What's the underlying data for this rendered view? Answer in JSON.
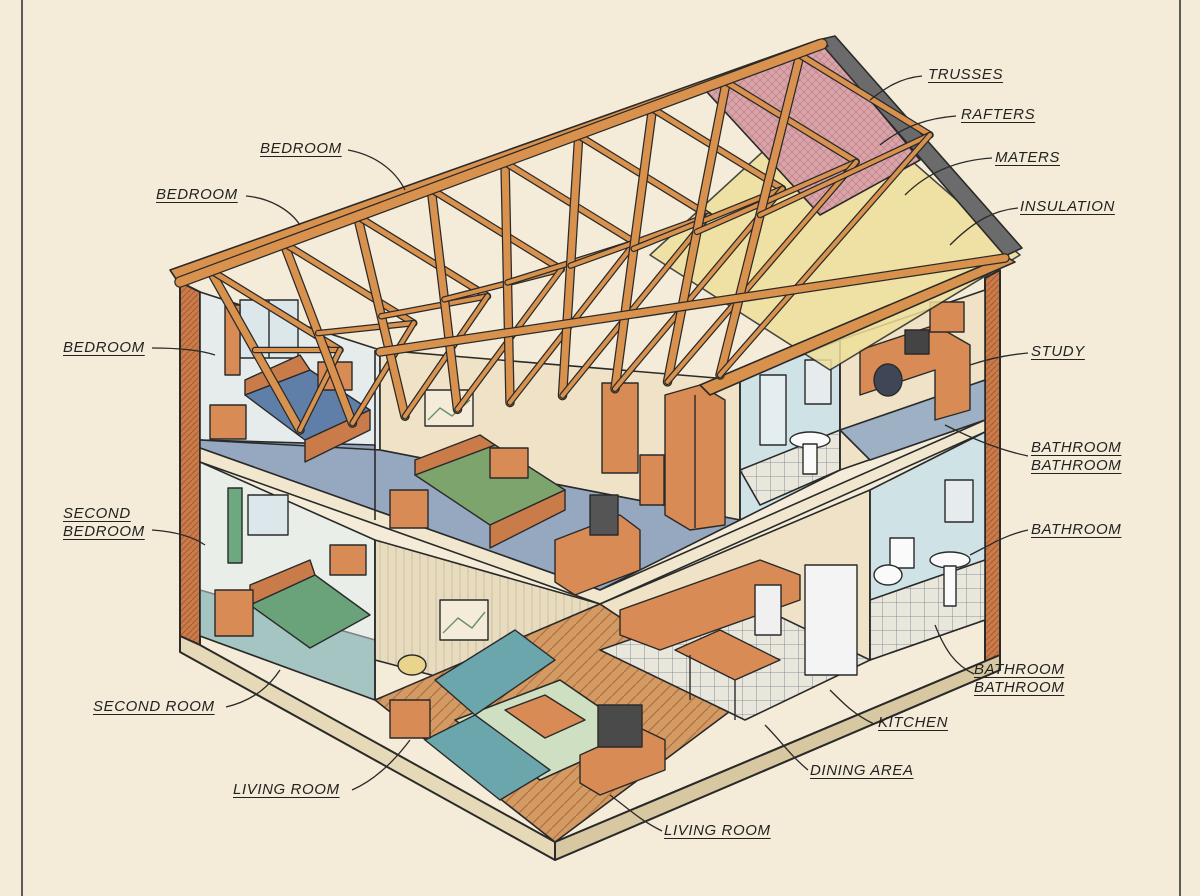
{
  "labels": {
    "trusses": "TRUSSES",
    "rafters": "RAFTERS",
    "maters": "MATERS",
    "insulation": "INSULATION",
    "bedroom_top": "BEDROOM",
    "bedroom_upper_left": "BEDROOM",
    "bedroom_left": "BEDROOM",
    "second_bedroom_1": "SECOND",
    "second_bedroom_2": "BEDROOM",
    "second_room": "SECOND ROOM",
    "living_room_left": "LIVING ROOM",
    "living_room_bottom": "LIVING ROOM",
    "dining_area": "DINING AREA",
    "kitchen": "KITCHEN",
    "study": "STUDY",
    "bathroom_upper_1": "BATHROOM",
    "bathroom_upper_2": "BATHROOM",
    "bathroom_mid": "BATHROOM",
    "bathroom_lower_1": "BATHROOM",
    "bathroom_lower_2": "BATHROOM"
  },
  "colors": {
    "paper": "#f4ecd8",
    "timber": "#d9924e",
    "floor": "#9eb0c4",
    "wall": "#efe2c6",
    "brick": "#b4633a",
    "insulation": "#efe09a",
    "roof_shingle": "#6b6b6b"
  }
}
